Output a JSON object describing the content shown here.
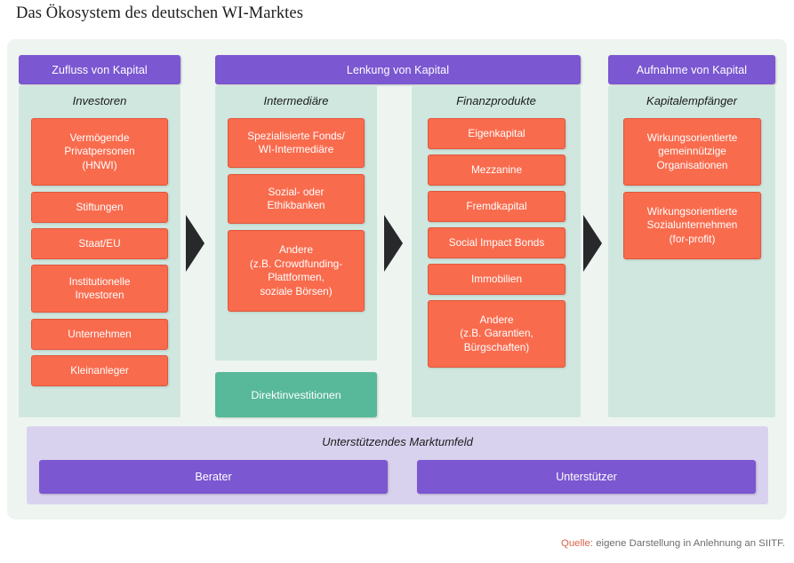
{
  "title": "Das Ökosystem des deutschen WI-Marktes",
  "bands": [
    {
      "id": "zufluss",
      "label": "Zufluss von Kapital"
    },
    {
      "id": "lenkung",
      "label": "Lenkung von Kapital"
    },
    {
      "id": "aufnahme",
      "label": "Aufnahme von Kapital"
    }
  ],
  "columns": [
    {
      "id": "investoren",
      "title": "Investoren",
      "items": [
        "Vermögende\nPrivatpersonen\n(HNWI)",
        "Stiftungen",
        "Staat/EU",
        "Institutionelle\nInvestoren",
        "Unternehmen",
        "Kleinanleger"
      ]
    },
    {
      "id": "intermediaere",
      "title": "Intermediäre",
      "items": [
        "Spezialisierte Fonds/\nWI-Intermediäre",
        "Sozial- oder\nEthikbanken",
        "Andere\n(z.B. Crowdfunding-\nPlattformen,\nsoziale Börsen)"
      ]
    },
    {
      "id": "finanzprodukte",
      "title": "Finanzprodukte",
      "items": [
        "Eigenkapital",
        "Mezzanine",
        "Fremdkapital",
        "Social Impact Bonds",
        "Immobilien",
        "Andere\n(z.B. Garantien,\nBürgschaften)"
      ]
    },
    {
      "id": "kapitalempfaenger",
      "title": "Kapitalempfänger",
      "items": [
        "Wirkungsorientierte\ngemeinnützige\nOrganisationen",
        "Wirkungsorientierte\nSozialunternehmen\n(for-profit)"
      ]
    }
  ],
  "direct_investment": "Direktinvestitionen",
  "support": {
    "title": "Unterstützendes Marktumfeld",
    "chips": [
      "Berater",
      "Unterstützer"
    ]
  },
  "source": {
    "label": "Quelle:",
    "text": " eigene Darstellung in Anlehnung an SIITF."
  },
  "colors": {
    "band_purple": "#7b57d1",
    "panel_mint": "#cfe7df",
    "chip_orange": "#f96b4d",
    "chip_teal": "#57b89a",
    "support_lavender": "#d9d2ef",
    "canvas": "#eef5f1",
    "arrow": "#27292b",
    "source_accent": "#d8644a"
  }
}
